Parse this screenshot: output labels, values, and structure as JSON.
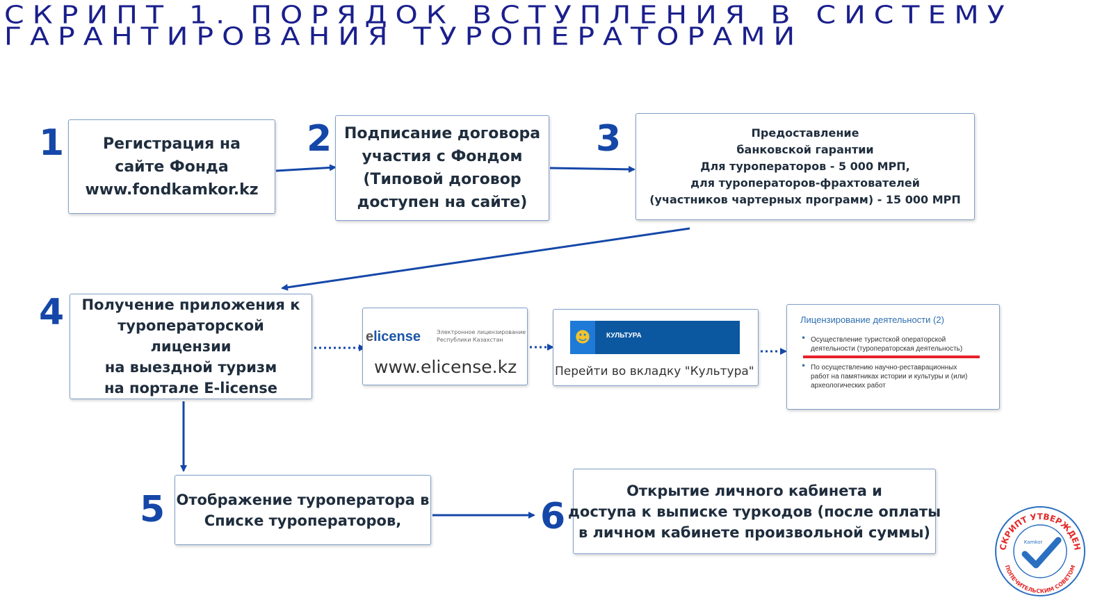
{
  "title": {
    "line1": "Скрипт 1. Порядок вступления в систему",
    "line2": "гарантирования туроператорами"
  },
  "steps": [
    {
      "num": "1",
      "lines": [
        "Регистрация на",
        "сайте Фонда",
        "www.fondkamkor.kz"
      ]
    },
    {
      "num": "2",
      "lines": [
        "Подписание договора",
        "участия с Фондом",
        "(Типовой договор",
        "доступен на сайте)"
      ]
    },
    {
      "num": "3",
      "lines": [
        "Предоставление",
        "банковской гарантии",
        "Для туроператоров - 5 000 МРП,",
        "для туроператоров-фрахтователей",
        "(участников чартерных программ) - 15 000 МРП"
      ]
    },
    {
      "num": "4",
      "lines": [
        "Получение приложения к",
        "туроператорской",
        "лицензии",
        "на выездной туризм",
        "на портале E-license"
      ]
    },
    {
      "num": "5",
      "lines": [
        "Отображение туроператора в",
        "Списке туроператоров,"
      ]
    },
    {
      "num": "6",
      "lines": [
        "Открытие личного кабинета и",
        "доступа к выписке туркодов (после оплаты",
        "в личном кабинете произвольной суммы)"
      ]
    }
  ],
  "elicense": {
    "brand_e": "e",
    "brand_rest": "license",
    "subtitle": "Электронное лицензирование Республики Казахстан",
    "caption": "www.elicense.kz"
  },
  "kultura": {
    "bar_label": "КУЛЬТУРА",
    "caption": "Перейти во вкладку \"Культура\""
  },
  "licensing": {
    "title": "Лицензирование деятельности (2)",
    "item1": [
      "Осуществление туристской операторской",
      "деятельности (туроператорская деятельность)"
    ],
    "item2": [
      "По осуществлению научно-реставрационных",
      "работ на памятниках истории и культуры и (или)",
      "археологических работ"
    ]
  },
  "stamp": {
    "top_text": "СКРИПТ УТВЕРЖДЕН",
    "bottom_text": "ПОПЕЧИТЕЛЬСКИМ СОВЕТОМ",
    "center_text": "Kamkor"
  },
  "colors": {
    "title": "#1a1f8c",
    "number": "#1547a8",
    "arrow": "#1547a8",
    "highlight": "#e8202a"
  }
}
